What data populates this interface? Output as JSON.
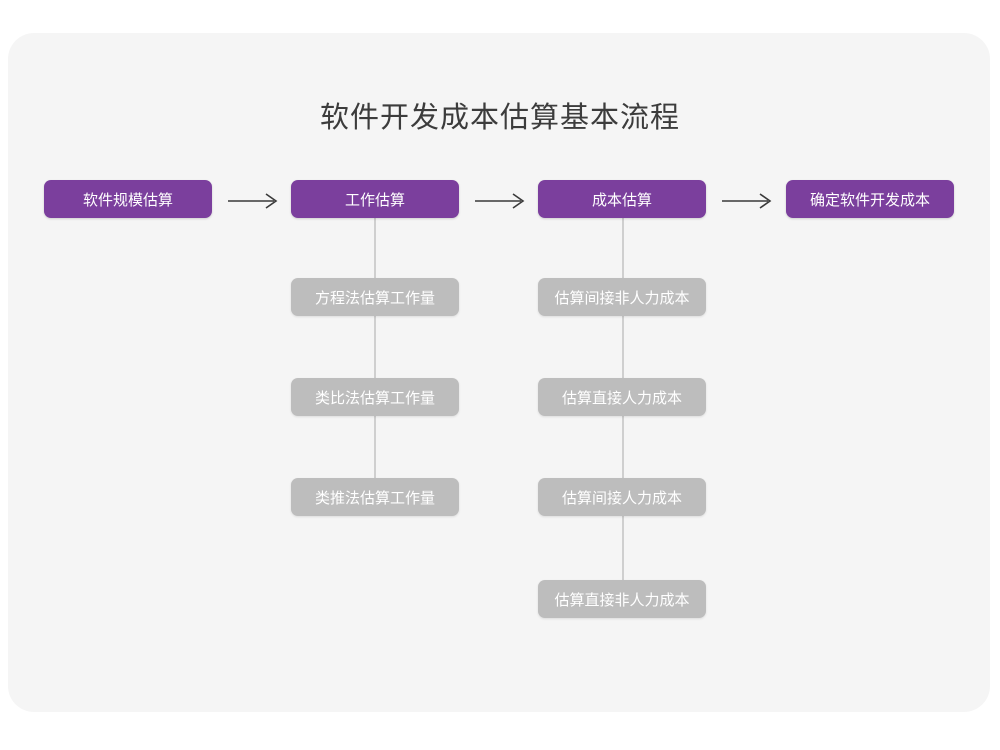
{
  "diagram": {
    "title": "软件开发成本估算基本流程",
    "type": "flowchart",
    "colors": {
      "page_background": "#ffffff",
      "card_background": "#f5f5f5",
      "primary_node": "#7b3f9d",
      "secondary_node": "#bdbdbd",
      "node_text": "#ffffff",
      "title_text": "#3c3c3c",
      "connector_line": "#cfcfcf",
      "arrow": "#3a3a3a"
    },
    "main_flow": [
      {
        "id": "step1",
        "label": "软件规模估算"
      },
      {
        "id": "step2",
        "label": "工作估算"
      },
      {
        "id": "step3",
        "label": "成本估算"
      },
      {
        "id": "step4",
        "label": "确定软件开发成本"
      }
    ],
    "arrows": [
      {
        "id": "arrow1",
        "from": "step1",
        "to": "step2",
        "glyph": "arrow-right-icon"
      },
      {
        "id": "arrow2",
        "from": "step2",
        "to": "step3",
        "glyph": "arrow-right-icon"
      },
      {
        "id": "arrow3",
        "from": "step3",
        "to": "step4",
        "glyph": "arrow-right-icon"
      }
    ],
    "branches": [
      {
        "parent": "step2",
        "parent_label": "工作估算",
        "children": [
          {
            "id": "step2-sub1",
            "label": "方程法估算工作量"
          },
          {
            "id": "step2-sub2",
            "label": "类比法估算工作量"
          },
          {
            "id": "step2-sub3",
            "label": "类推法估算工作量"
          }
        ]
      },
      {
        "parent": "step3",
        "parent_label": "成本估算",
        "children": [
          {
            "id": "step3-sub1",
            "label": "估算间接非人力成本"
          },
          {
            "id": "step3-sub2",
            "label": "估算直接人力成本"
          },
          {
            "id": "step3-sub3",
            "label": "估算间接人力成本"
          },
          {
            "id": "step3-sub4",
            "label": "估算直接非人力成本"
          }
        ]
      }
    ]
  }
}
